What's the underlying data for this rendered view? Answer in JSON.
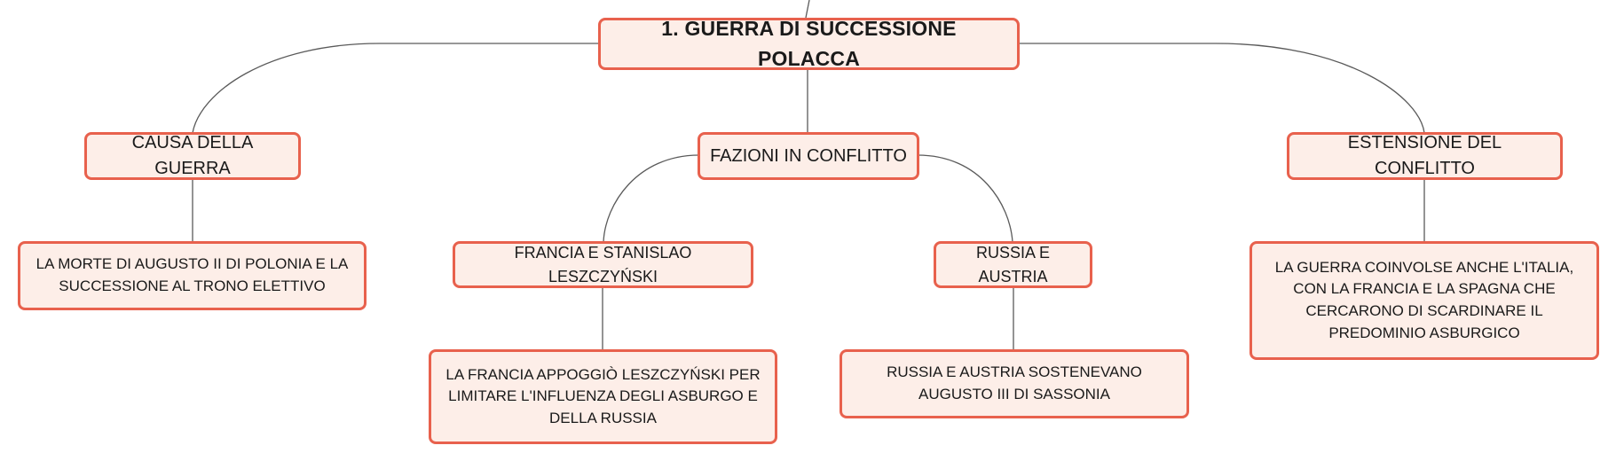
{
  "diagram": {
    "root": {
      "label": "1. GUERRA DI SUCCESSIONE POLACCA"
    },
    "branches": [
      {
        "label": "CAUSA DELLA GUERRA",
        "detail": "LA MORTE DI AUGUSTO II DI POLONIA E LA SUCCESSIONE AL TRONO ELETTIVO"
      },
      {
        "label": "FAZIONI IN CONFLITTO",
        "children": [
          {
            "label": "FRANCIA E STANISLAO LESZCZYŃSKI",
            "detail": "LA FRANCIA APPOGGIÒ LESZCZYŃSKI PER LIMITARE L'INFLUENZA DEGLI ASBURGO E DELLA RUSSIA"
          },
          {
            "label": "RUSSIA E AUSTRIA",
            "detail": "RUSSIA E AUSTRIA SOSTENEVANO AUGUSTO III DI SASSONIA"
          }
        ]
      },
      {
        "label": "ESTENSIONE DEL CONFLITTO",
        "detail": "LA GUERRA COINVOLSE ANCHE L'ITALIA, CON LA FRANCIA E LA SPAGNA CHE CERCARONO DI SCARDINARE IL PREDOMINIO ASBURGICO"
      }
    ]
  },
  "colors": {
    "node_fill": "#fdeee8",
    "node_border": "#e8614d",
    "connector": "#5a5a5a",
    "text": "#1a1a1a"
  }
}
